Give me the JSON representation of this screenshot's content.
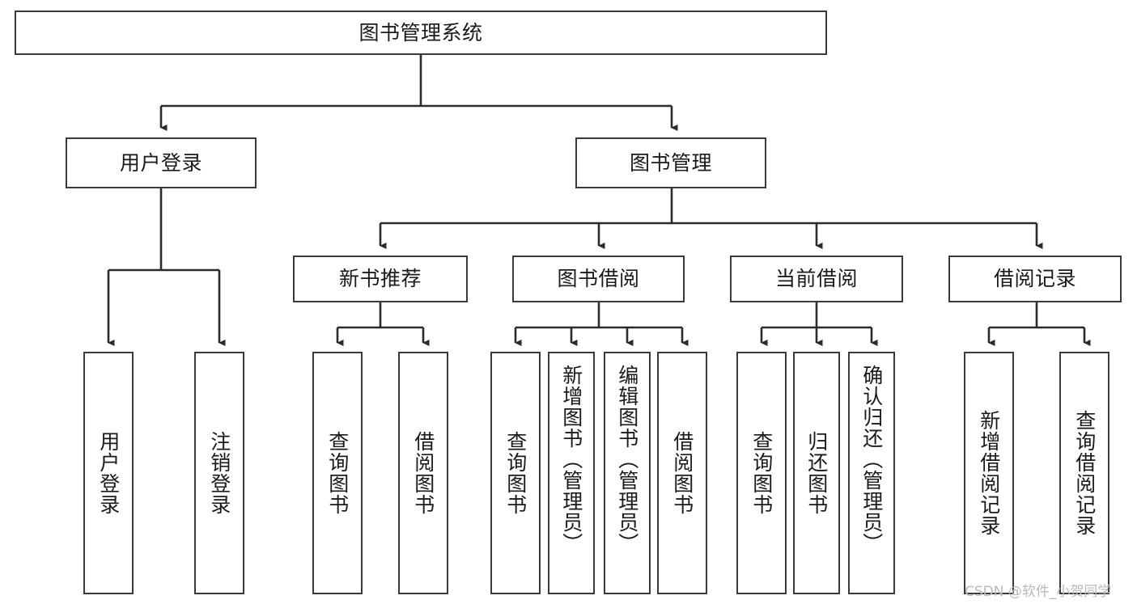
{
  "diagram": {
    "type": "tree-hierarchy",
    "title": "图书管理系统",
    "orientation": "top-down",
    "colors": {
      "box_border": "#3a3a3a",
      "box_fill": "#ffffff",
      "connector": "#2b2b2b",
      "background": "#ffffff",
      "watermark": "#b9b9b9"
    },
    "root": {
      "label": "图书管理系统"
    },
    "level2": [
      {
        "id": "user-login",
        "label": "用户登录"
      },
      {
        "id": "book-management",
        "label": "图书管理"
      }
    ],
    "level3": [
      {
        "id": "new-book-recommend",
        "label": "新书推荐",
        "parent": "book-management"
      },
      {
        "id": "book-borrow",
        "label": "图书借阅",
        "parent": "book-management"
      },
      {
        "id": "current-borrow",
        "label": "当前借阅",
        "parent": "book-management"
      },
      {
        "id": "borrow-record",
        "label": "借阅记录",
        "parent": "book-management"
      }
    ],
    "leaves": [
      {
        "id": "leaf-user-login",
        "label": "用户登录",
        "parent": "user-login"
      },
      {
        "id": "leaf-logout-login",
        "label": "注销登录",
        "parent": "user-login"
      },
      {
        "id": "leaf-query-book-1",
        "label": "查询图书",
        "parent": "new-book-recommend"
      },
      {
        "id": "leaf-borrow-book-1",
        "label": "借阅图书",
        "parent": "new-book-recommend"
      },
      {
        "id": "leaf-query-book-2",
        "label": "查询图书",
        "parent": "book-borrow"
      },
      {
        "id": "leaf-add-book-admin",
        "label": "新增图书（管理员）",
        "parent": "book-borrow"
      },
      {
        "id": "leaf-edit-book-admin",
        "label": "编辑图书（管理员）",
        "parent": "book-borrow"
      },
      {
        "id": "leaf-borrow-book-2",
        "label": "借阅图书",
        "parent": "book-borrow"
      },
      {
        "id": "leaf-query-book-3",
        "label": "查询图书",
        "parent": "current-borrow"
      },
      {
        "id": "leaf-return-book",
        "label": "归还图书",
        "parent": "current-borrow"
      },
      {
        "id": "leaf-confirm-return-admin",
        "label": "确认归还（管理员）",
        "parent": "current-borrow"
      },
      {
        "id": "leaf-add-borrow-record",
        "label": "新增借阅记录",
        "parent": "borrow-record"
      },
      {
        "id": "leaf-query-borrow-record",
        "label": "查询借阅记录",
        "parent": "borrow-record"
      }
    ]
  },
  "watermark": {
    "text": "CSDN @软件_小贺同学"
  }
}
